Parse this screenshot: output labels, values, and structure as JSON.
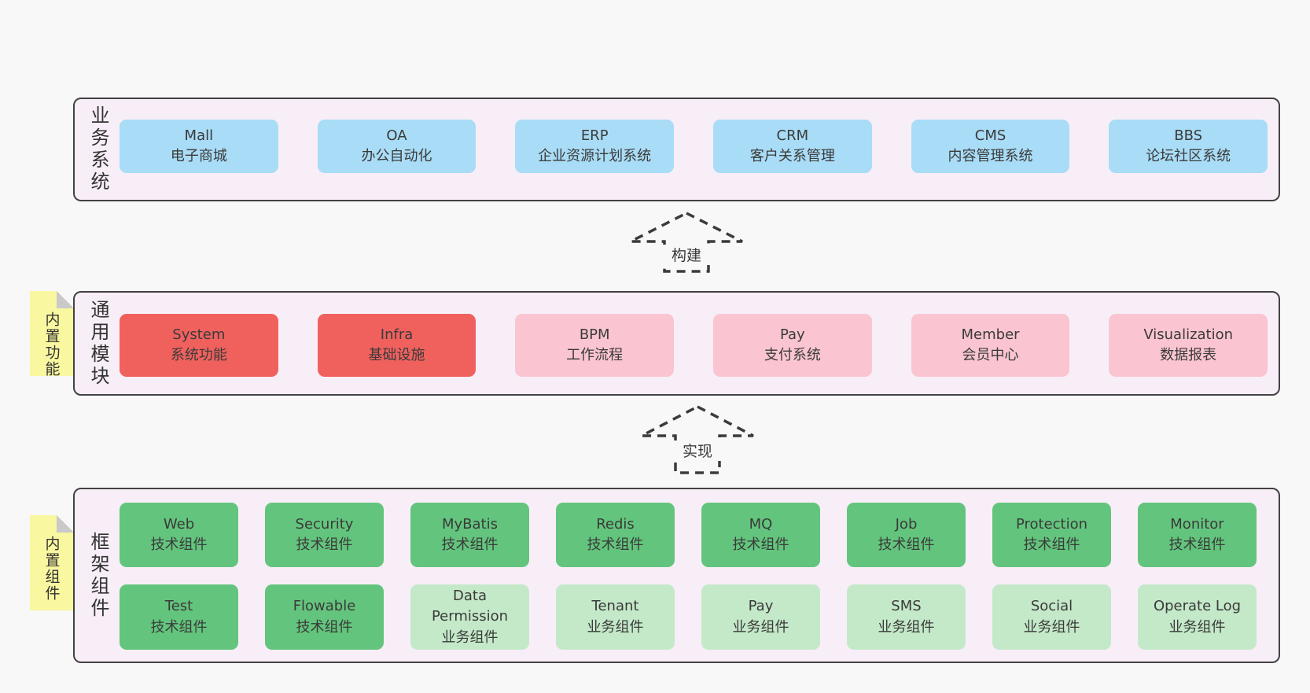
{
  "diagram": {
    "colors": {
      "page_bg": "#f8f8f8",
      "panel_bg": "#f8eef7",
      "panel_border": "#424242",
      "blue_node": "#a9dcf6",
      "red_node": "#f0615e",
      "pink_node": "#fac5d0",
      "green_node": "#63c57d",
      "light_green_node": "#c4e9c9",
      "note_bg": "#f9f7a0",
      "note_fold": "#c9c9c9",
      "text": "#3a3a3a"
    },
    "arrows": [
      {
        "id": "build",
        "label": "构建"
      },
      {
        "id": "implement",
        "label": "实现"
      }
    ],
    "notes": [
      {
        "id": "builtin-features",
        "label": "内置功能"
      },
      {
        "id": "builtin-components",
        "label": "内置组件"
      }
    ],
    "sections": [
      {
        "id": "business-systems",
        "label": "业务系统",
        "rows": [
          [
            {
              "title": "Mall",
              "subtitle": "电子商城",
              "variant": "blue"
            },
            {
              "title": "OA",
              "subtitle": "办公自动化",
              "variant": "blue"
            },
            {
              "title": "ERP",
              "subtitle": "企业资源计划系统",
              "variant": "blue"
            },
            {
              "title": "CRM",
              "subtitle": "客户关系管理",
              "variant": "blue"
            },
            {
              "title": "CMS",
              "subtitle": "内容管理系统",
              "variant": "blue"
            },
            {
              "title": "BBS",
              "subtitle": "论坛社区系统",
              "variant": "blue"
            }
          ]
        ]
      },
      {
        "id": "common-modules",
        "label": "通用模块",
        "rows": [
          [
            {
              "title": "System",
              "subtitle": "系统功能",
              "variant": "red"
            },
            {
              "title": "Infra",
              "subtitle": "基础设施",
              "variant": "red"
            },
            {
              "title": "BPM",
              "subtitle": "工作流程",
              "variant": "pink"
            },
            {
              "title": "Pay",
              "subtitle": "支付系统",
              "variant": "pink"
            },
            {
              "title": "Member",
              "subtitle": "会员中心",
              "variant": "pink"
            },
            {
              "title": "Visualization",
              "subtitle": "数据报表",
              "variant": "pink"
            }
          ]
        ]
      },
      {
        "id": "framework-components",
        "label": "框架组件",
        "rows": [
          [
            {
              "title": "Web",
              "subtitle": "技术组件",
              "variant": "green"
            },
            {
              "title": "Security",
              "subtitle": "技术组件",
              "variant": "green"
            },
            {
              "title": "MyBatis",
              "subtitle": "技术组件",
              "variant": "green"
            },
            {
              "title": "Redis",
              "subtitle": "技术组件",
              "variant": "green"
            },
            {
              "title": "MQ",
              "subtitle": "技术组件",
              "variant": "green"
            },
            {
              "title": "Job",
              "subtitle": "技术组件",
              "variant": "green"
            },
            {
              "title": "Protection",
              "subtitle": "技术组件",
              "variant": "green"
            },
            {
              "title": "Monitor",
              "subtitle": "技术组件",
              "variant": "green"
            }
          ],
          [
            {
              "title": "Test",
              "subtitle": "技术组件",
              "variant": "green"
            },
            {
              "title": "Flowable",
              "subtitle": "技术组件",
              "variant": "green"
            },
            {
              "title": "Data Permission",
              "subtitle": "业务组件",
              "variant": "lightgreen"
            },
            {
              "title": "Tenant",
              "subtitle": "业务组件",
              "variant": "lightgreen"
            },
            {
              "title": "Pay",
              "subtitle": "业务组件",
              "variant": "lightgreen"
            },
            {
              "title": "SMS",
              "subtitle": "业务组件",
              "variant": "lightgreen"
            },
            {
              "title": "Social",
              "subtitle": "业务组件",
              "variant": "lightgreen"
            },
            {
              "title": "Operate Log",
              "subtitle": "业务组件",
              "variant": "lightgreen"
            }
          ]
        ]
      }
    ]
  }
}
